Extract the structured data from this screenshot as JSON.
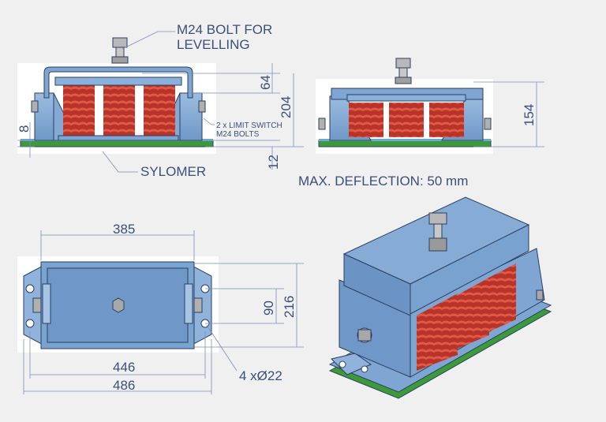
{
  "labels": {
    "bolt": [
      "M24 BOLT FOR",
      "LEVELLING"
    ],
    "limit_switch": [
      "2 x LIMIT SWITCH",
      "M24 BOLTS"
    ],
    "sylomer": "SYLOMER",
    "max_deflection": "MAX. DEFLECTION: 50 mm",
    "holes": "4 xØ22"
  },
  "dimensions": {
    "d8": "8",
    "d64": "64",
    "d204": "204",
    "d12": "12",
    "d154": "154",
    "d385": "385",
    "d90": "90",
    "d216": "216",
    "d446": "446",
    "d486": "486"
  },
  "colors": {
    "frame_blue": "#7fa6d2",
    "frame_dark": "#5d86b8",
    "spring_red": "#c23a2a",
    "base_green": "#3c9a3a",
    "label": "#3a4f7a"
  }
}
